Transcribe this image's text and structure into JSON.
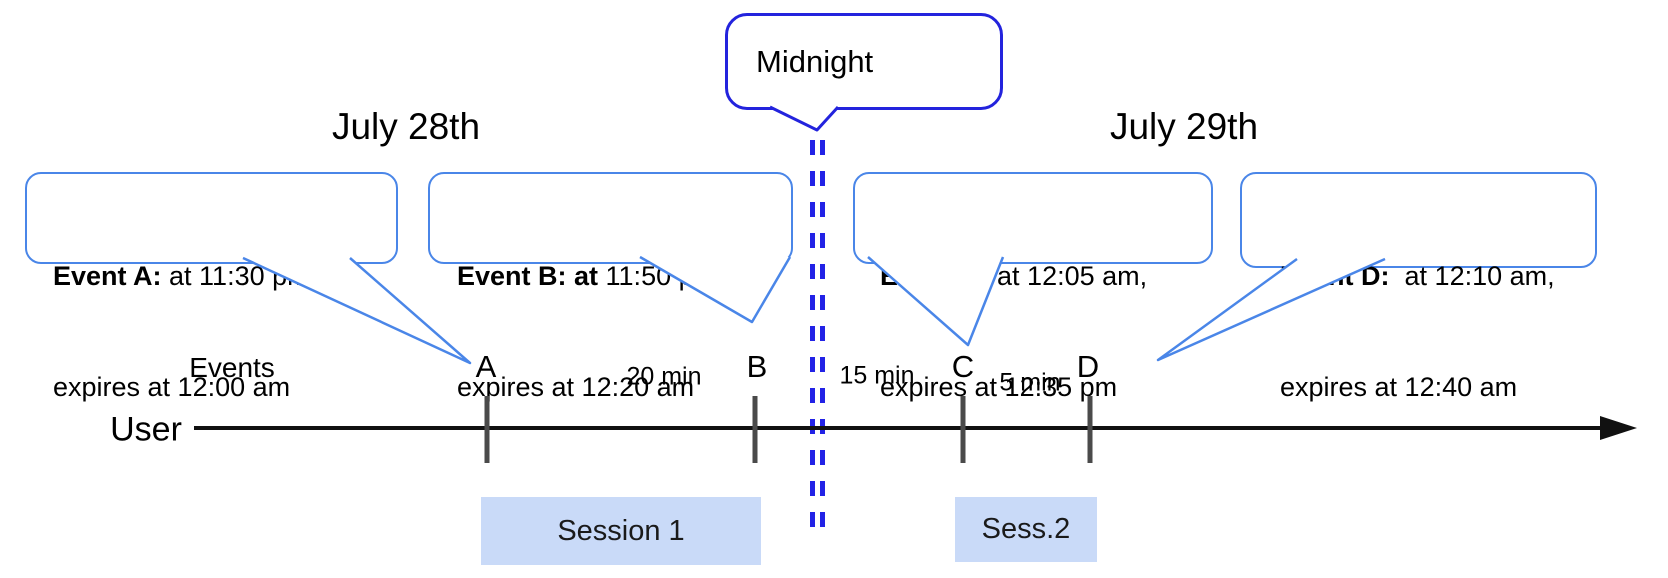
{
  "dates": {
    "left": "July 28th",
    "right": "July 29th"
  },
  "midnight": {
    "label": "Midnight"
  },
  "axis": {
    "events_label": "Events",
    "user_label": "User"
  },
  "ticks": [
    "A",
    "B",
    "C",
    "D"
  ],
  "intervals": [
    "20 min",
    "15 min",
    "5 min"
  ],
  "sessions": [
    "Session 1",
    "Sess.2"
  ],
  "events": [
    {
      "name": "Event A",
      "bold": "Event A:",
      "line1_rest": " at 11:30 pm,",
      "line2": "expires at 12:00 am"
    },
    {
      "name": "Event B",
      "bold": "Event B: at",
      "line1_rest": " 11:50 pm,",
      "line2": "expires at 12:20 am"
    },
    {
      "name": "Event C",
      "bold": "Event C:",
      "line1_rest": " at 12:05 am,",
      "line2": "expires at 12:35 pm"
    },
    {
      "name": "Event D",
      "bold": "Event D:",
      "line1_rest": "  at 12:10 am,",
      "line2": "expires at 12:40 am"
    }
  ],
  "colors": {
    "event_bubble_border": "#4a86e8",
    "midnight_blue": "#2323dd",
    "dashed_line_blue": "#2222e6",
    "session_fill": "#c9daf8",
    "tick_gray": "#4a4a4a",
    "timeline_black": "#111111"
  }
}
